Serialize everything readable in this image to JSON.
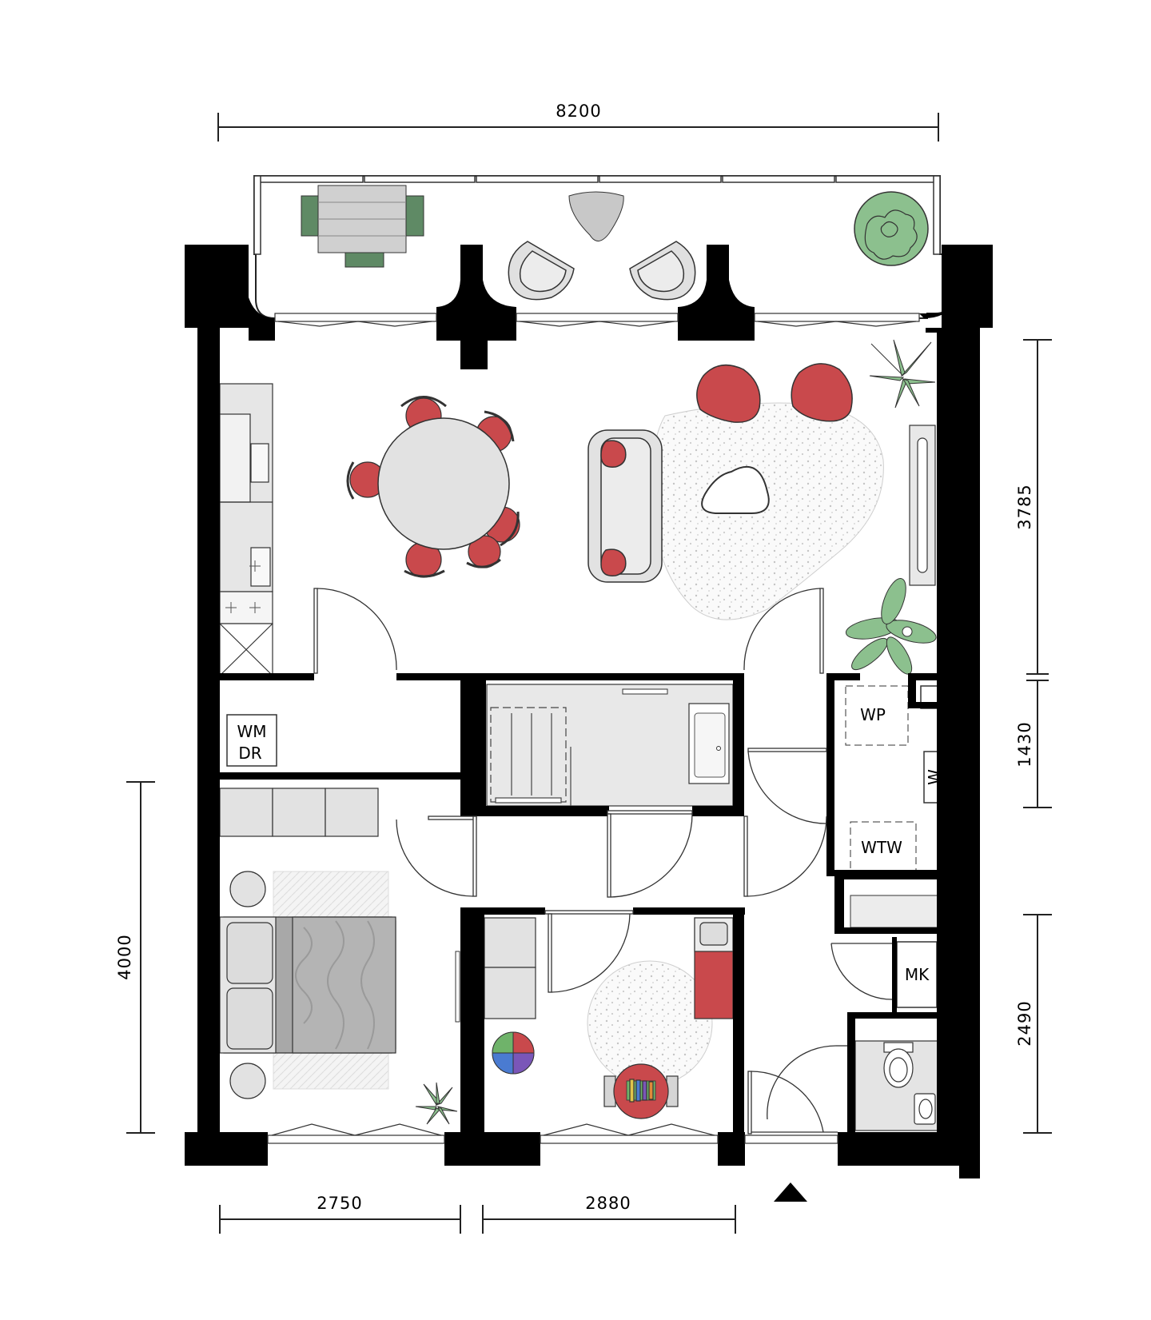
{
  "colors": {
    "wall": "#000000",
    "furniture_gray": "#e3e3e3",
    "accent_red": "#c9494c",
    "plant_green": "#8cc08e",
    "outdoor_bench_green": "#5f8a65",
    "rug_dot": "#bdbdbd"
  },
  "dimensions": {
    "top_width": "8200",
    "right_living": "3785",
    "right_mid": "1430",
    "right_lower": "2490",
    "left_bedroom": "4000",
    "bottom_bedroom": "2750",
    "bottom_kidroom": "2880"
  },
  "labels": {
    "washer": "WM",
    "dryer": "DR",
    "heat_pump": "WP",
    "heat_recovery": "WTW",
    "meter_cupboard": "MK",
    "water_heater": "W"
  },
  "icons": {
    "entrance": "entrance-arrow-icon",
    "plants": "plant-icon",
    "ball": "beach-ball-icon",
    "xylophone": "xylophone-icon"
  }
}
